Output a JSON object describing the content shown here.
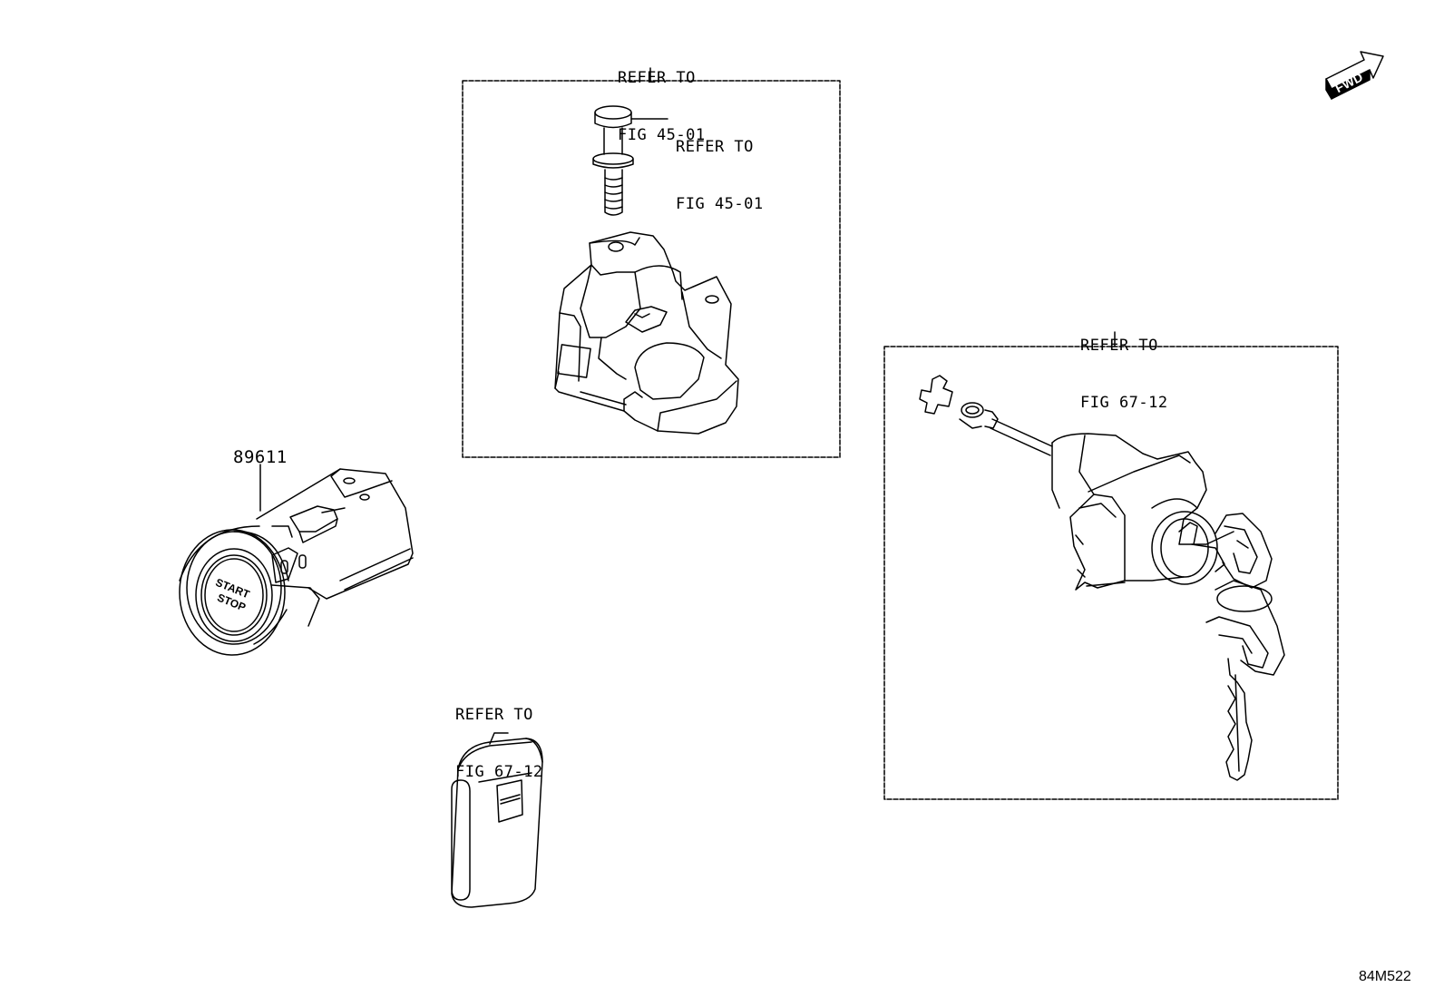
{
  "labels": {
    "top_refer": {
      "line1": "REFER TO",
      "line2": "FIG 45-01"
    },
    "bolt_refer": {
      "line1": "REFER TO",
      "line2": "FIG 45-01"
    },
    "keyfob_refer": {
      "line1": "REFER TO",
      "line2": "FIG 67-12"
    },
    "cylinder_refer": {
      "line1": "REFER TO",
      "line2": "FIG 67-12"
    }
  },
  "part_numbers": {
    "start_switch": "89611"
  },
  "switch_text": {
    "line1": "START",
    "line2": "STOP"
  },
  "fwd_arrow": "FWD",
  "diagram_code": "84M522"
}
